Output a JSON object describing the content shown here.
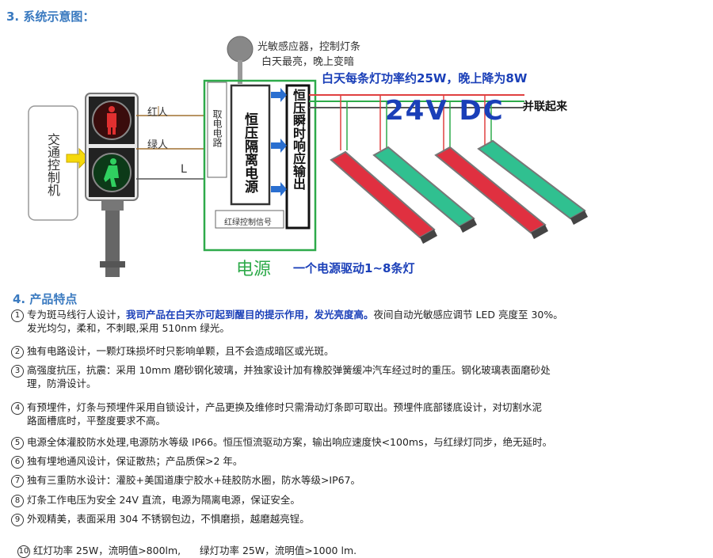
{
  "section3": {
    "title": "3. 系统示意图："
  },
  "diagram": {
    "controller_label": "交通控制机",
    "red_label": "红人",
    "green_label": "绿人",
    "l_label": "L",
    "sensor_label_1": "光敏感应器，控制灯条",
    "sensor_label_2": "白天最亮，晚上变暗",
    "power_note": "白天每条灯功率约25W，晚上降为8W",
    "dc_label": "24V DC",
    "parallel_label": "并联起来",
    "pickup_circuit": "取电电路",
    "isolation_power": "恒压隔离电源",
    "instant_output": "恒压瞬时响应输出",
    "signal_label": "红绿控制信号",
    "power_title": "电源",
    "power_desc": "一个电源驱动1~8条灯",
    "colors": {
      "red_bar": "#e03040",
      "green_bar": "#30c090",
      "box_green": "#2eaa4a",
      "blue_text": "#1a3fb8"
    }
  },
  "section4": {
    "title": "4. 产品特点",
    "items": [
      {
        "num": "1",
        "pre": "专为斑马线行人设计，",
        "hl": "我司产品在白天亦可起到醒目的提示作用，发光亮度高。",
        "post": "夜间自动光敏感应调节 LED 亮度至 30%。",
        "cont": "发光均匀，柔和，不刺眼,采用 510nm 绿光。"
      },
      {
        "num": "2",
        "pre": "独有电路设计，一颗灯珠损坏时只影响单颗，且不会造成暗区或光斑。",
        "hl": "",
        "post": "",
        "cont": ""
      },
      {
        "num": "3",
        "pre": "高强度抗压，抗震：采用 10mm 磨砂钢化玻璃，并独家设计加有橡胶弹簧缓冲汽车经过时的重压。钢化玻璃表面磨砂处",
        "hl": "",
        "post": "",
        "cont": "理，防滑设计。"
      },
      {
        "num": "4",
        "pre": "有预埋件，灯条与预埋件采用自锁设计，产品更换及维修时只需滑动灯条即可取出。预埋件底部镂底设计，对切割水泥",
        "hl": "",
        "post": "",
        "cont": "路面槽底时，平整度要求不高。"
      },
      {
        "num": "5",
        "pre": "电源全体灌胶防水处理,电源防水等级 IP66。恒压恒流驱动方案，输出响应速度快<100ms，与红绿灯同步，绝无延时。",
        "hl": "",
        "post": "",
        "cont": ""
      },
      {
        "num": "6",
        "pre": "独有埋地通风设计，保证散热；产品质保>2 年。",
        "hl": "",
        "post": "",
        "cont": ""
      },
      {
        "num": "7",
        "pre": "独有三重防水设计：灌胶+美国道康宁胶水+硅胶防水圈，防水等级>IP67。",
        "hl": "",
        "post": "",
        "cont": ""
      },
      {
        "num": "8",
        "pre": "灯条工作电压为安全 24V 直流，电源为隔离电源，保证安全。",
        "hl": "",
        "post": "",
        "cont": ""
      },
      {
        "num": "9",
        "pre": "外观精美，表面采用 304 不锈钢包边，不惧磨损，越磨越亮锃。",
        "hl": "",
        "post": "",
        "cont": ""
      },
      {
        "num": "10",
        "pre": "红灯功率 25W，流明值>800lm,      绿灯功率 25W，流明值>1000 lm.",
        "hl": "",
        "post": "",
        "cont": ""
      }
    ]
  }
}
